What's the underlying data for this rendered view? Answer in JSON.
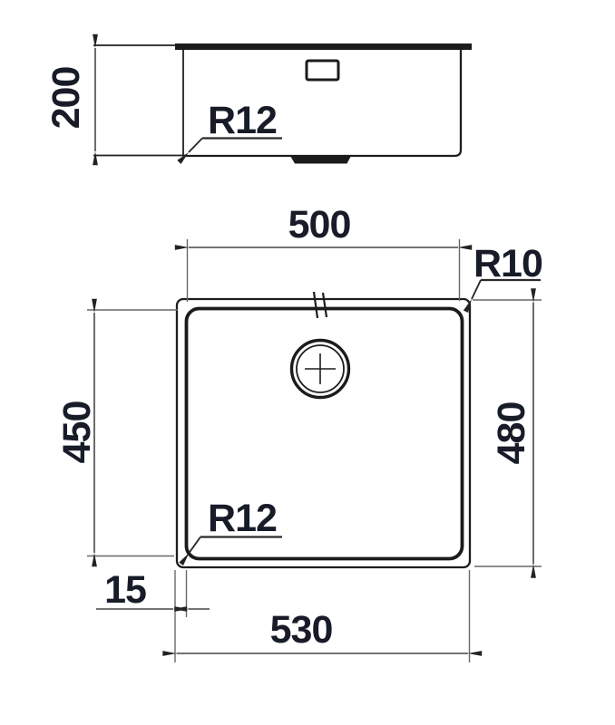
{
  "drawing": {
    "side_view": {
      "height_label": "200",
      "bowl_corner_radius_label": "R12"
    },
    "plan_view": {
      "bowl_width_label": "500",
      "outer_corner_radius_label": "R10",
      "bowl_depth_label": "450",
      "outer_depth_label": "480",
      "bowl_corner_radius_label": "R12",
      "rim_offset_label": "15",
      "outer_width_label": "530"
    }
  },
  "colors": {
    "background": "#ffffff",
    "outline": "#1d1d1d",
    "dimension_line": "#474747",
    "extension_line": "#686868",
    "text": "#171c28"
  }
}
